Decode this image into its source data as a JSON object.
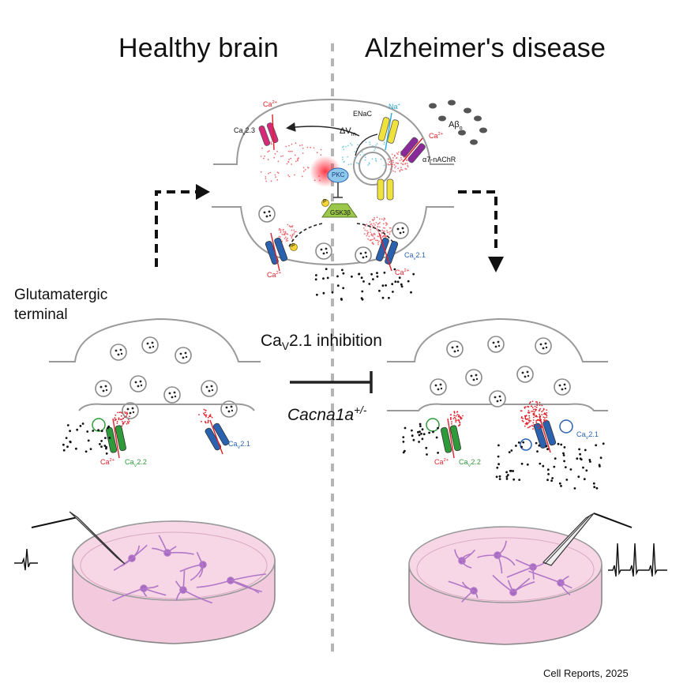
{
  "headings": {
    "left": "Healthy brain",
    "right": "Alzheimer's disease"
  },
  "left_panel": {
    "terminal_label_line1": "Glutamatergic",
    "terminal_label_line2": "terminal",
    "ca_label": "Ca",
    "ca_charge": "2+",
    "cav22": {
      "base": "Ca",
      "sub": "V",
      "suffix": "2.2"
    },
    "cav21": {
      "base": "Ca",
      "sub": "V",
      "suffix": "2.1"
    }
  },
  "center": {
    "inhibition": {
      "base": "Ca",
      "sub": "V",
      "suffix": "2.1 inhibition"
    },
    "gene": {
      "name": "Cacna1a",
      "sup": "+/-"
    }
  },
  "top_inset": {
    "cav23": {
      "base": "Ca",
      "sub": "v",
      "suffix": "2.3"
    },
    "cav21": {
      "base": "Ca",
      "sub": "v",
      "suffix": "2.1"
    },
    "enac": "ENaC",
    "na": "Na",
    "na_charge": "+",
    "dvm": {
      "base": "ΔV",
      "sub": "m"
    },
    "abeta": {
      "base": "Aβ",
      "sub": "o"
    },
    "nachr": "α7-nAChR",
    "pkc": "PKC",
    "gsk": "GSK3β",
    "p": "P",
    "ca": "Ca",
    "ca_charge": "2+"
  },
  "right_panel": {
    "ca_label": "Ca",
    "ca_charge": "2+",
    "cav22": {
      "base": "Ca",
      "sub": "V",
      "suffix": "2.2"
    },
    "cav21": {
      "base": "Ca",
      "sub": "V",
      "suffix": "2.1"
    }
  },
  "citation": "Cell Reports, 2025",
  "colors": {
    "membrane": "#9a9a9a",
    "calcium": "#e0202a",
    "cav22": "#2e9a3a",
    "cav21": "#2a62b0",
    "cav23": "#d8287a",
    "enac": "#e8d81e",
    "nachr": "#8a2a9a",
    "na": "#2aa8d8",
    "gsk": "#9bc84a",
    "pkc": "#4aa0d8",
    "dish_fill": "#f6cfe0",
    "neuron": "#b077c8"
  }
}
